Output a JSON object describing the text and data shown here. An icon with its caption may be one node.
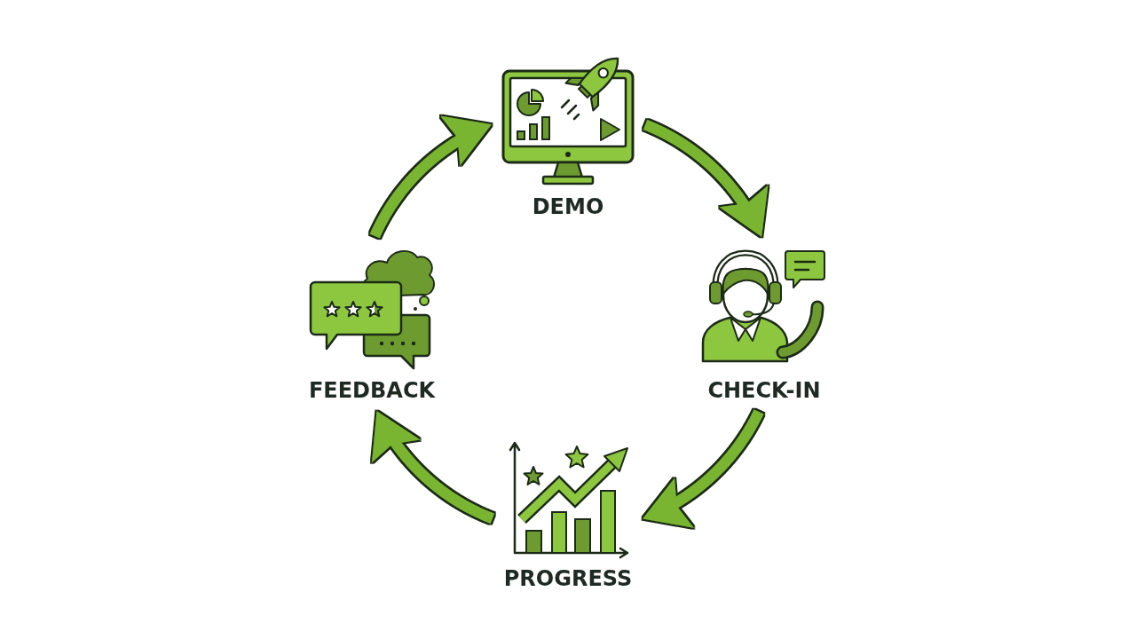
{
  "diagram": {
    "nodes": [
      {
        "text": [
          "DEMO"
        ]
      },
      {
        "text": [
          "FEEDBACK"
        ]
      },
      {
        "text": [
          "CHECK-IN"
        ]
      },
      {
        "text": [
          "PROGRESS"
        ]
      }
    ],
    "edges": [
      {
        "from": 0,
        "to": 2,
        "arrow": "to"
      },
      {
        "from": 2,
        "to": 3,
        "arrow": "to"
      },
      {
        "from": 3,
        "to": 1,
        "arrow": "to"
      },
      {
        "from": 1,
        "to": 0,
        "arrow": "to"
      }
    ]
  }
}
